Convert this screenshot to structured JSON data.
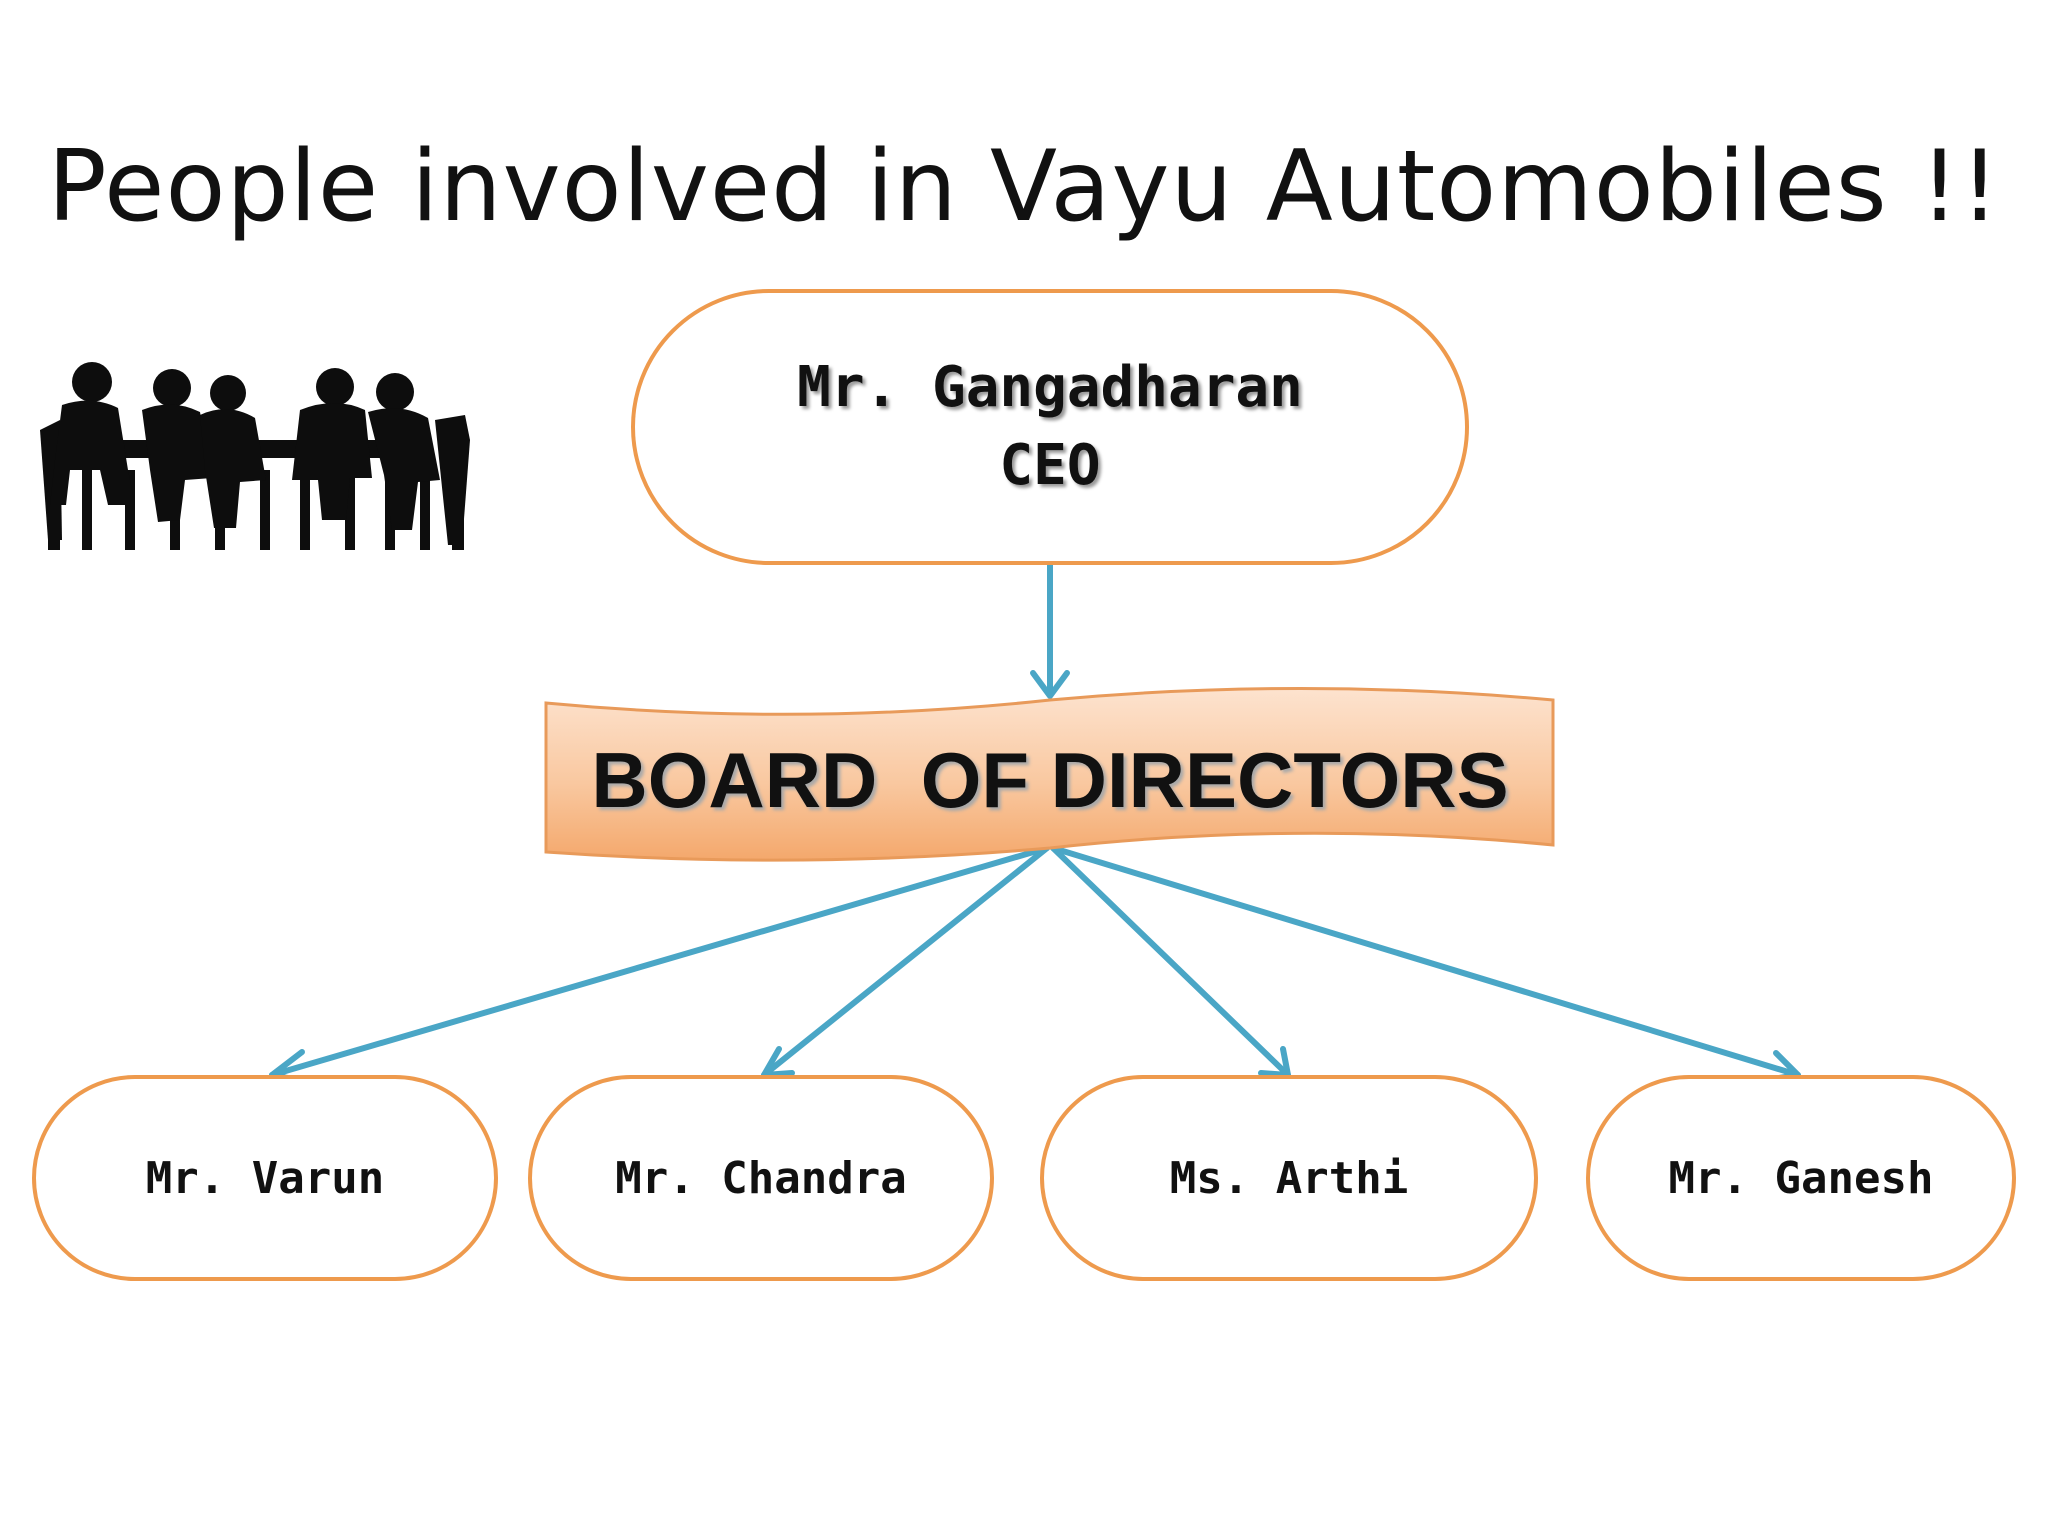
{
  "title": "People involved in Vayu Automobiles !!",
  "ceo": {
    "name": "Mr. Gangadharan",
    "role": "CEO"
  },
  "board": {
    "label": "BOARD  OF DIRECTORS"
  },
  "directors": [
    {
      "name": "Mr. Varun"
    },
    {
      "name": "Mr. Chandra"
    },
    {
      "name": "Ms. Arthi"
    },
    {
      "name": "Mr. Ganesh"
    }
  ],
  "colors": {
    "node_border": "#ee9a4d",
    "arrow": "#4aa6c6",
    "board_fill_top": "#fde3cf",
    "board_fill_bottom": "#f6b07a"
  },
  "icons": {
    "meeting": "meeting-silhouette-icon"
  }
}
